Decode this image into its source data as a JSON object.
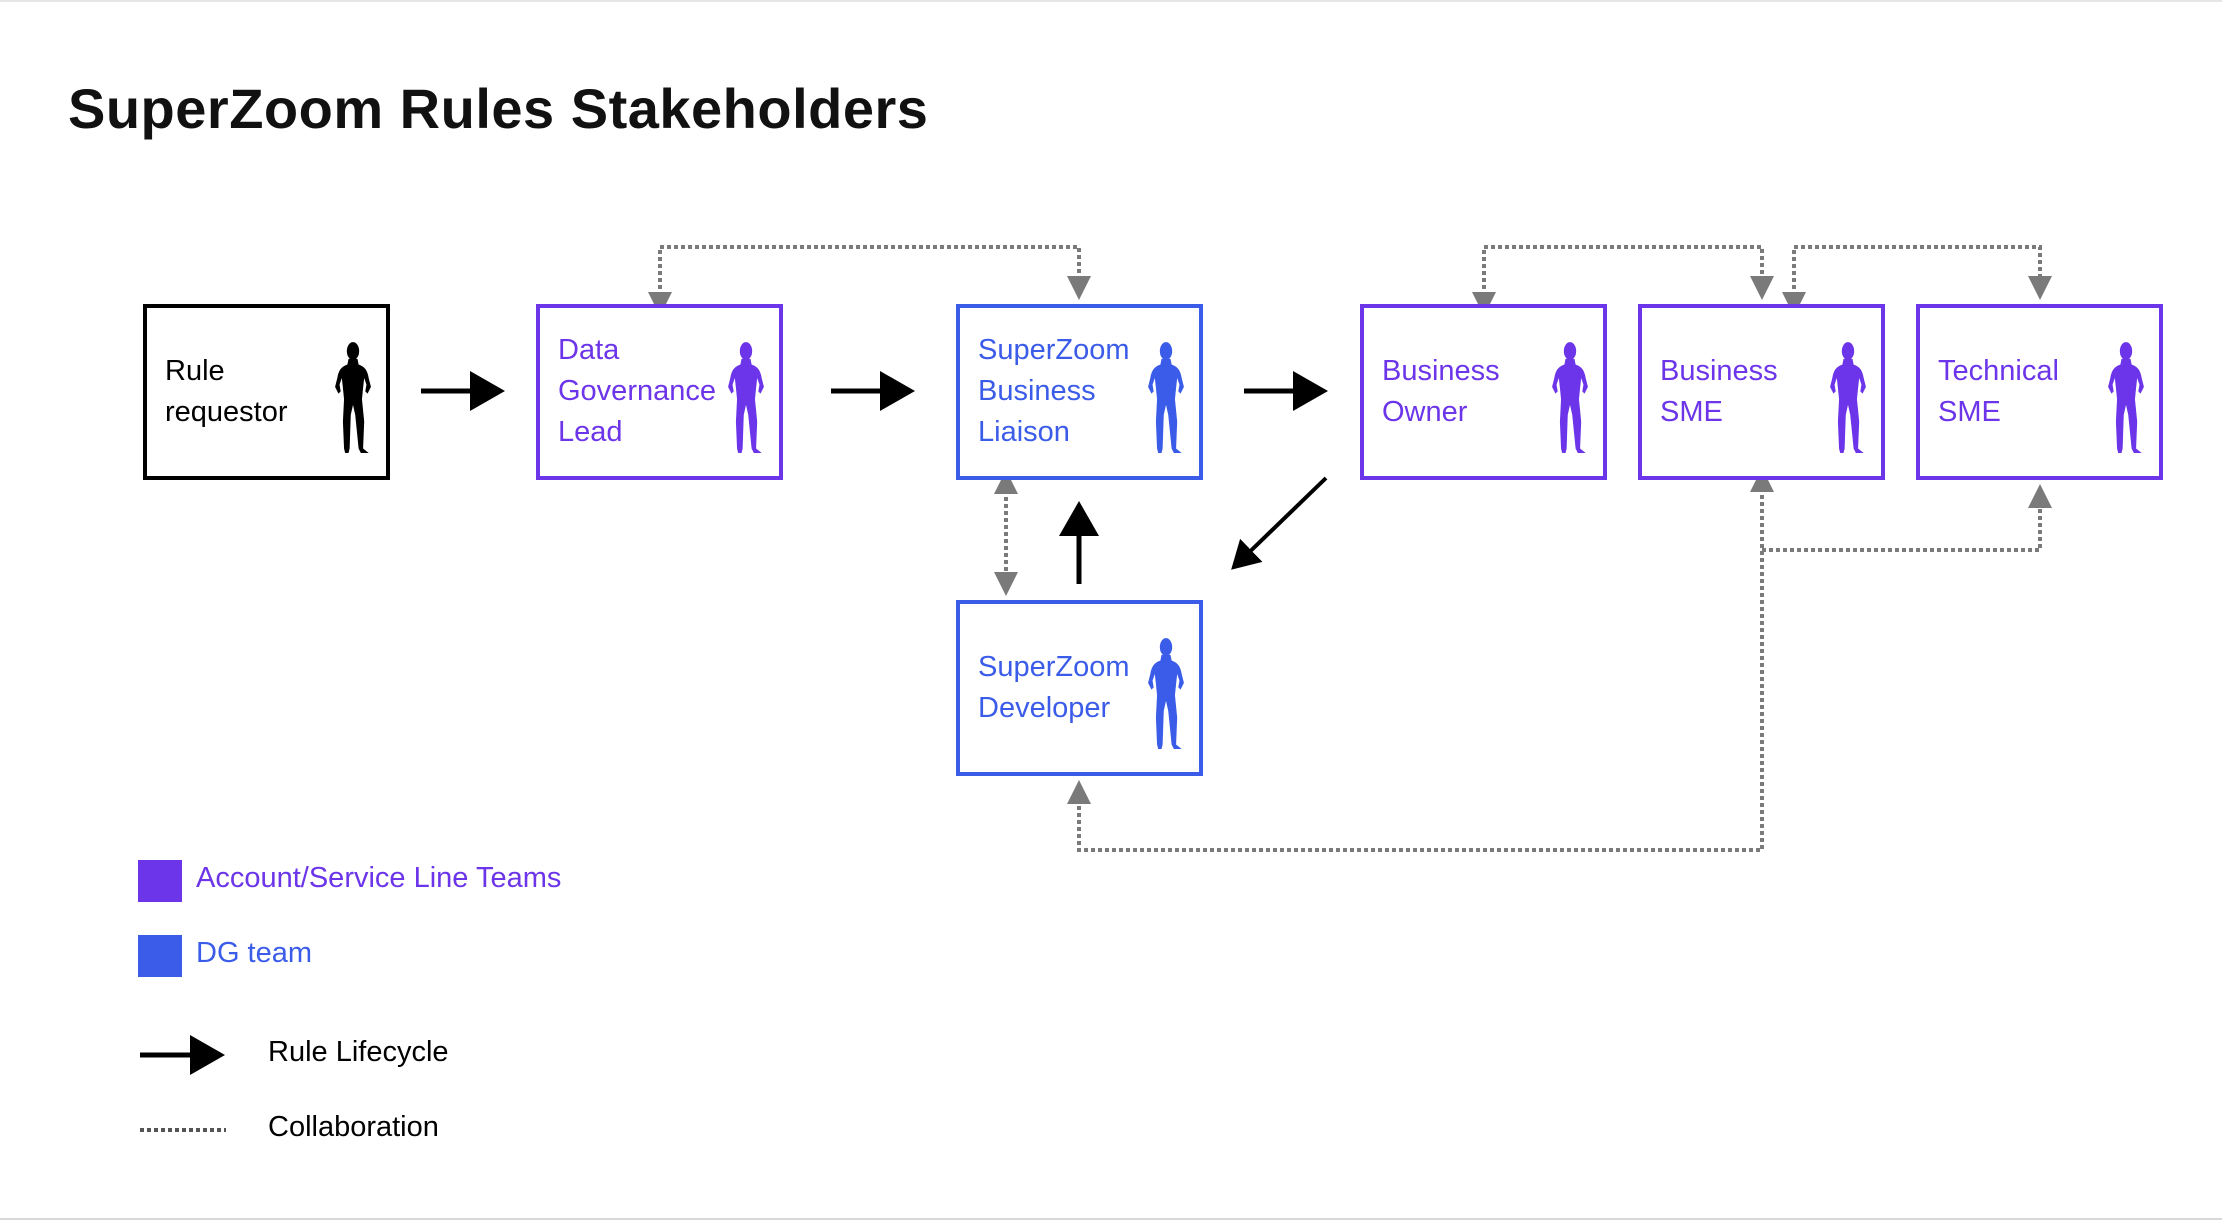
{
  "title": "SuperZoom Rules Stakeholders",
  "colors": {
    "account_team": "#6c35e9",
    "dg_team": "#3b5ce8",
    "lifecycle": "#000000",
    "collaboration": "#7a7a7a"
  },
  "stakeholders": {
    "rule_requestor": {
      "line1": "Rule",
      "line2": "requestor"
    },
    "dg_lead": {
      "line1": "Data",
      "line2": "Governance",
      "line3": "Lead"
    },
    "liaison": {
      "line1": "SuperZoom",
      "line2": "Business",
      "line3": "Liaison"
    },
    "developer": {
      "line1": "SuperZoom",
      "line2": "Developer"
    },
    "business_owner": {
      "line1": "Business",
      "line2": "Owner"
    },
    "business_sme": {
      "line1": "Business",
      "line2": "SME"
    },
    "technical_sme": {
      "line1": "Technical",
      "line2": "SME"
    }
  },
  "legend": {
    "account_team": "Account/Service Line Teams",
    "dg_team": "DG team",
    "lifecycle": "Rule Lifecycle",
    "collaboration": "Collaboration"
  },
  "icons": {
    "person": "person-silhouette-icon"
  }
}
